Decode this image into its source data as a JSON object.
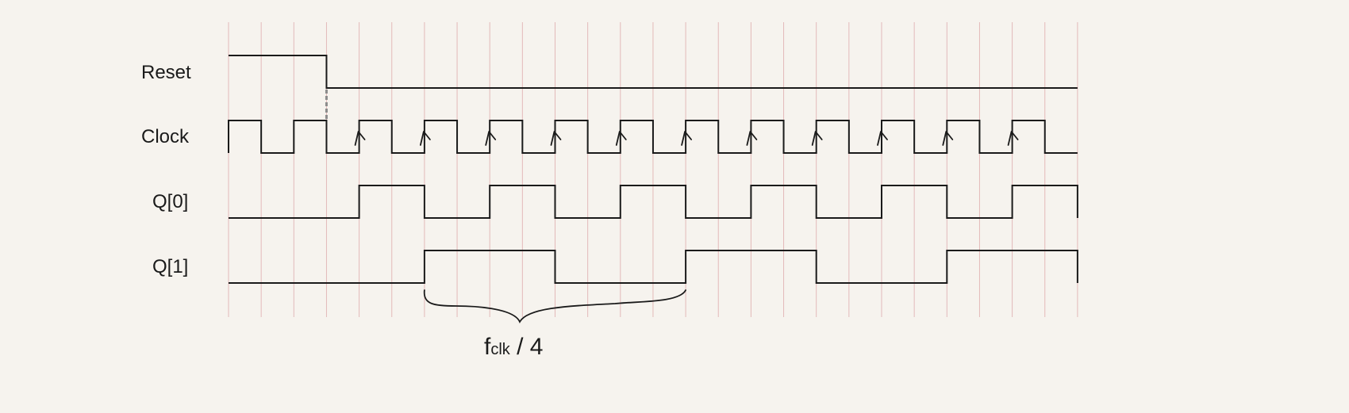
{
  "signals": {
    "reset": {
      "label": "Reset",
      "levels": [
        1,
        1,
        1,
        0,
        0,
        0,
        0,
        0,
        0,
        0,
        0,
        0,
        0,
        0,
        0,
        0,
        0,
        0,
        0,
        0,
        0,
        0,
        0,
        0,
        0,
        0
      ]
    },
    "clock": {
      "label": "Clock",
      "levels": [
        1,
        0,
        1,
        0,
        1,
        0,
        1,
        0,
        1,
        0,
        1,
        0,
        1,
        0,
        1,
        0,
        1,
        0,
        1,
        0,
        1,
        0,
        1,
        0,
        1,
        0
      ]
    },
    "q0": {
      "label": "Q[0]",
      "levels": [
        0,
        0,
        0,
        0,
        1,
        1,
        0,
        0,
        1,
        1,
        0,
        0,
        1,
        1,
        0,
        0,
        1,
        1,
        0,
        0,
        1,
        1,
        0,
        0,
        1,
        1
      ]
    },
    "q1": {
      "label": "Q[1]",
      "levels": [
        0,
        0,
        0,
        0,
        0,
        0,
        1,
        1,
        1,
        1,
        0,
        0,
        0,
        0,
        1,
        1,
        1,
        1,
        0,
        0,
        0,
        0,
        1,
        1,
        1,
        1
      ]
    }
  },
  "rising_edge_markers": [
    4,
    6,
    8,
    10,
    12,
    14,
    16,
    18,
    20,
    22,
    24
  ],
  "annotation": {
    "base": "f",
    "subscript": "clk",
    "suffix": " / 4",
    "span_from": 6,
    "span_to": 14
  },
  "colors": {
    "grid": "#e3b9b9",
    "wave": "#1a1a1a",
    "reset_dash": "#8c8c8c",
    "background": "#f6f3ee"
  }
}
